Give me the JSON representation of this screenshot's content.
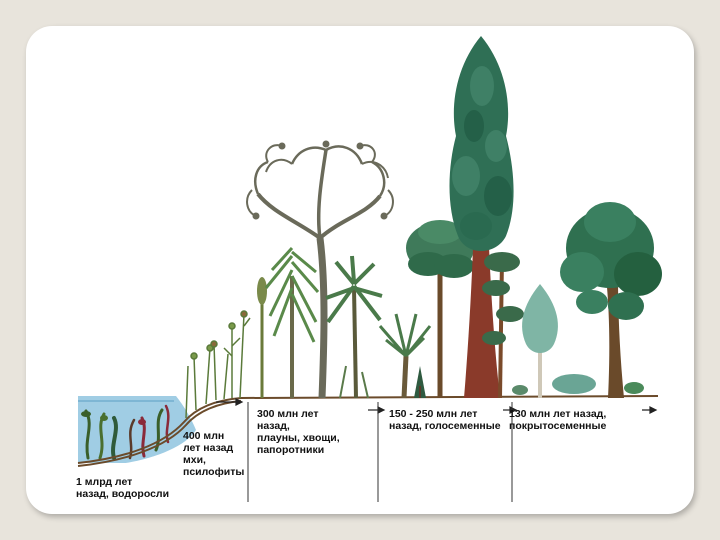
{
  "eras": [
    {
      "label": "1 млрд лет\nназад, водоросли"
    },
    {
      "label": "400 млн\nлет назад\nмхи,\nпсилофиты"
    },
    {
      "label": "300 млн лет\nназад,\nплауны, хвощи,\nпапоротники"
    },
    {
      "label": "150 - 250 млн лет\nназад, голосеменные"
    },
    {
      "label": "130 млн лет назад,\nпокрытосеменные"
    }
  ],
  "colors": {
    "background": "#e8e4dc",
    "slide": "#ffffff",
    "water": "#7fb9d8",
    "ground": "#7a5a3a",
    "conifer": "#2f6f55",
    "fern": "#6a9a5a",
    "trunk": "#8a3a2a"
  },
  "icons": [
    "algae-icon",
    "moss-icon",
    "lycopod-tree-icon",
    "tree-fern-icon",
    "araucaria-icon",
    "sequoia-icon",
    "pine-icon",
    "birch-icon",
    "oak-icon"
  ]
}
